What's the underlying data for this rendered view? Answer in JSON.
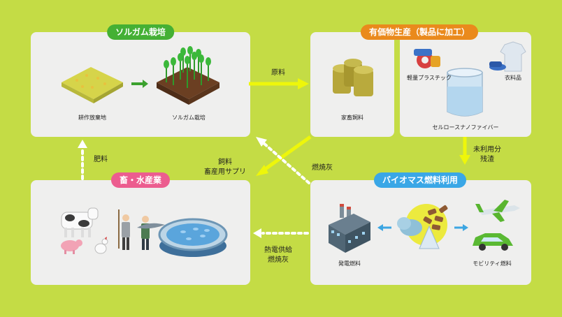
{
  "panels": {
    "sorghum": {
      "title": "ソルガム栽培",
      "color": "#44b034",
      "labels": [
        "耕作放棄地",
        "ソルガム栽培"
      ]
    },
    "value": {
      "title": "有価物生産（製品に加工）",
      "color": "#ea8a1c",
      "feed": "家畜飼料",
      "plastic": "軽量プラスチック",
      "clothing": "衣料品",
      "cnf": "セルロースナノファイバー"
    },
    "bio": {
      "title": "バイオマス燃料利用",
      "color": "#3aa7e6",
      "power": "発電燃料",
      "mobility": "モビリティ燃料"
    },
    "animal": {
      "title": "畜・水産業",
      "color": "#ec5d8f"
    }
  },
  "flows": {
    "raw": "原料",
    "feed_line1": "飼料",
    "feed_line2": "畜産用サプリ",
    "ash": "燃焼灰",
    "residue_line1": "未利用分",
    "residue_line2": "残渣",
    "heat_line1": "熱電供給",
    "heat_line2": "燃焼灰",
    "fertilizer": "肥料"
  }
}
